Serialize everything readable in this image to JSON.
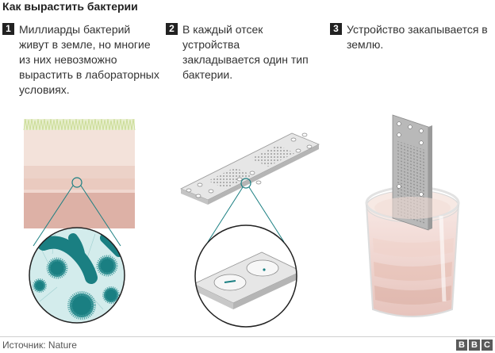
{
  "title": "Как вырастить бактерии",
  "steps": [
    {
      "number": "1",
      "text": "Миллиарды бактерий живут в земле, но многие из них невозможно вырастить в лабораторных условиях."
    },
    {
      "number": "2",
      "text": "В каждый отсек устройства закладывается один тип бактерии."
    },
    {
      "number": "3",
      "text": "Устройство закапывается в землю."
    }
  ],
  "footer": {
    "source": "Источник: Nature",
    "logo": [
      "B",
      "B",
      "C"
    ]
  },
  "colors": {
    "accent_teal": "#1a7f82",
    "soil_light": "#f3e2da",
    "soil_mid": "#e9c6bb",
    "soil_dark": "#ddb1a6",
    "device_gray": "#d9d9d9"
  }
}
